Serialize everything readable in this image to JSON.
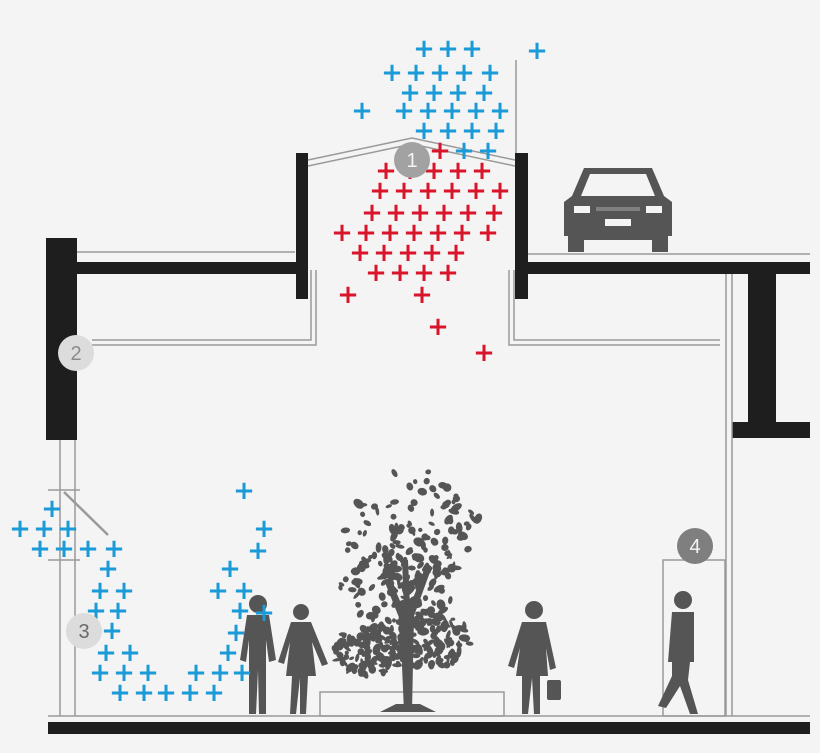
{
  "colors": {
    "background": "#f4f4f4",
    "structure": "#1e1e1e",
    "thin_line": "#9a9a9a",
    "cool_air": "#1a9ad6",
    "warm_air": "#d9152b",
    "silhouette": "#555555",
    "badge_dark": "#7f7f7f",
    "badge_mid": "#a2a2a2",
    "badge_light": "#dcdcdc"
  },
  "markers": [
    {
      "label": "1",
      "tone": "badge_mid"
    },
    {
      "label": "2",
      "tone": "badge_light"
    },
    {
      "label": "3",
      "tone": "badge_light"
    },
    {
      "label": "4",
      "tone": "badge_dark"
    }
  ],
  "icons": {
    "car": "car-icon",
    "tree": "tree-icon",
    "people": "person-silhouette-icon",
    "air_symbol": "plus-icon"
  },
  "air_flow": {
    "cool_symbol": "+",
    "warm_symbol": "+"
  }
}
